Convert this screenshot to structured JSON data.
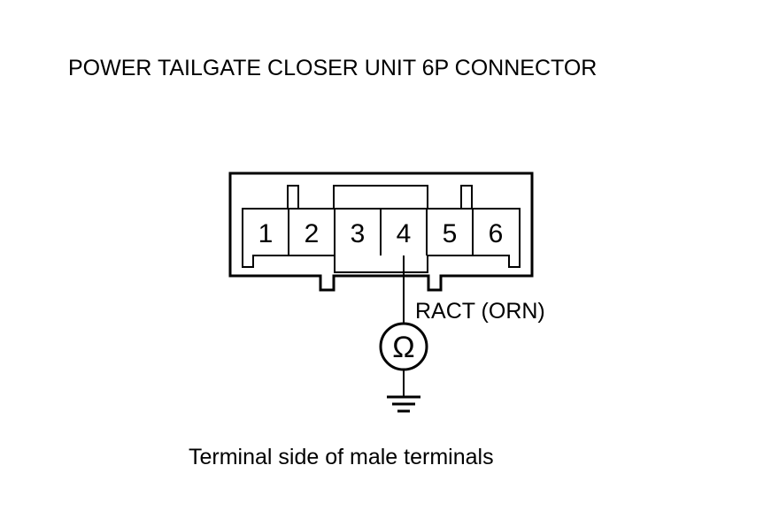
{
  "title": "POWER TAILGATE CLOSER UNIT 6P CONNECTOR",
  "connector": {
    "pins": [
      "1",
      "2",
      "3",
      "4",
      "5",
      "6"
    ]
  },
  "wire_label": "RACT (ORN)",
  "meter_symbol": "Ω",
  "caption": "Terminal side of male terminals"
}
